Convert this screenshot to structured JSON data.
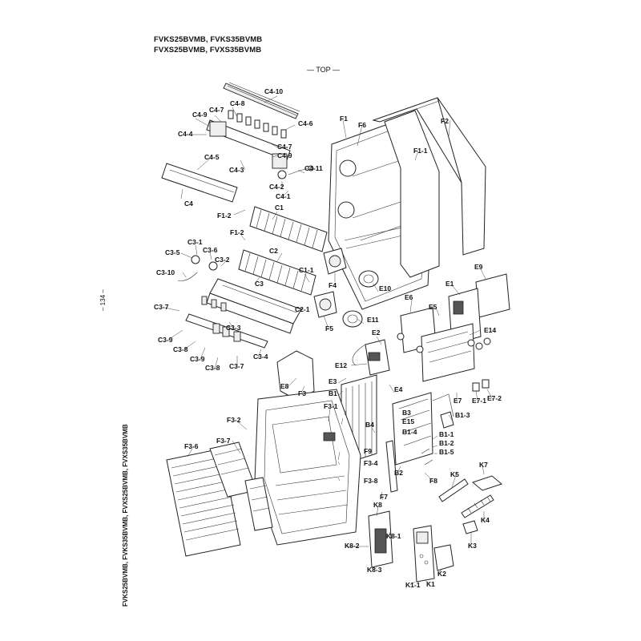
{
  "header": {
    "line1": "FVKS25BVMB, FVKS35BVMB",
    "line2": "FVXS25BVMB, FVXS35BVMB",
    "top_label": "— TOP —"
  },
  "page_number": "– 134 –",
  "side_models": "FVKS25BVMB, FVKS35BVMB, FVXS25BVMB, FVXS35BVMB",
  "parts": {
    "C4_10": "C4-10",
    "C4_8": "C4-8",
    "C4_7a": "C4-7",
    "C4_9a": "C4-9",
    "C4_6": "C4-6",
    "C4_4": "C4-4",
    "C4_7b": "C4-7",
    "C4_9b": "C4-9",
    "C4_5": "C4-5",
    "C4_3": "C4-3",
    "C4_11": "C4-11",
    "C4_2": "C4-2",
    "C4_1": "C4-1",
    "C4": "C4",
    "F1": "F1",
    "F6": "F6",
    "F2": "F2",
    "F1_1": "F1-1",
    "F1_2a": "F1-2",
    "C1": "C1",
    "F1_2b": "F1-2",
    "C2": "C2",
    "C1_1": "C1-1",
    "C3_1": "C3-1",
    "C3_5": "C3-5",
    "C3_6": "C3-6",
    "C3_2": "C3-2",
    "C3_10": "C3-10",
    "C3": "C3",
    "F4": "F4",
    "E10": "E10",
    "E9": "E9",
    "E1": "E1",
    "E6": "E6",
    "E5": "E5",
    "C3_7a": "C3-7",
    "C2_1": "C2-1",
    "F5": "F5",
    "E11": "E11",
    "C3_3": "C3-3",
    "C3_9a": "C3-9",
    "C3_8a": "C3-8",
    "C3_9b": "C3-9",
    "C3_7b": "C3-7",
    "C3_8b": "C3-8",
    "C3_4": "C3-4",
    "E2": "E2",
    "E14": "E14",
    "E12": "E12",
    "E3": "E3",
    "E8": "E8",
    "F3": "F3",
    "B1": "B1",
    "E4": "E4",
    "E7": "E7",
    "E7_1": "E7-1",
    "E7_2": "E7-2",
    "F3_1": "F3-1",
    "B3": "B3",
    "E15": "E15",
    "B1_3": "B1-3",
    "F3_2": "F3-2",
    "B4": "B4",
    "B1_4": "B1-4",
    "B1_1": "B1-1",
    "B1_2": "B1-2",
    "B1_5": "B1-5",
    "F3_7": "F3-7",
    "F9": "F9",
    "F3_6": "F3-6",
    "F3_4": "F3-4",
    "B2": "B2",
    "K5": "K5",
    "K7": "K7",
    "F3_8": "F3-8",
    "F8": "F8",
    "F7": "F7",
    "K8": "K8",
    "K4": "K4",
    "K8_1": "K8-1",
    "K3": "K3",
    "K8_2": "K8-2",
    "K2": "K2",
    "K8_3": "K8-3",
    "K1_1": "K1-1",
    "K1": "K1"
  }
}
